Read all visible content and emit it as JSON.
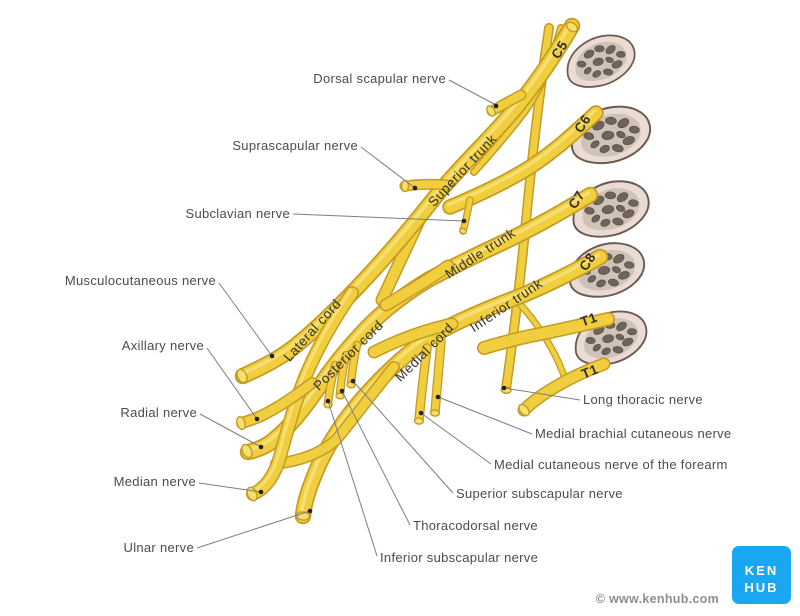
{
  "labels": {
    "left": [
      "Dorsal scapular nerve",
      "Suprascapular nerve",
      "Subclavian nerve",
      "Musculocutaneous nerve",
      "Axillary nerve",
      "Radial nerve",
      "Median nerve",
      "Ulnar nerve"
    ],
    "right": [
      "Long thoracic nerve",
      "Medial brachial cutaneous nerve",
      "Medial cutaneous nerve of the forearm",
      "Superior subscapular nerve",
      "Thoracodorsal nerve",
      "Inferior subscapular nerve"
    ]
  },
  "roots": {
    "c5": "C5",
    "c6": "C6",
    "c7": "C7",
    "c8": "C8",
    "t1": "T1",
    "t1_lower": "T1"
  },
  "trunks": {
    "superior": "Superior trunk",
    "middle": "Middle trunk",
    "inferior": "Inferior trunk"
  },
  "cords": {
    "lateral": "Lateral cord",
    "posterior": "Posterior cord",
    "medial": "Medial cord"
  },
  "branding": {
    "logo_line1": "KEN",
    "logo_line2": "HUB",
    "copyright": "© www.kenhub.com"
  },
  "colors": {
    "nerve_yellow": "#F0CE3E",
    "nerve_outline": "#C49B24",
    "nerve_cut_face": "#F5DF6F",
    "vertebra_fill": "#EADCD4",
    "vertebra_inner": "#CFC2B8",
    "vertebra_spot": "#6F6459",
    "label_text": "#4C4C4C",
    "leader_line": "#7E7E7E",
    "logo_blue": "#1AA7F2",
    "copyright_gray": "#8E8E8E",
    "background": "#FFFFFF"
  }
}
